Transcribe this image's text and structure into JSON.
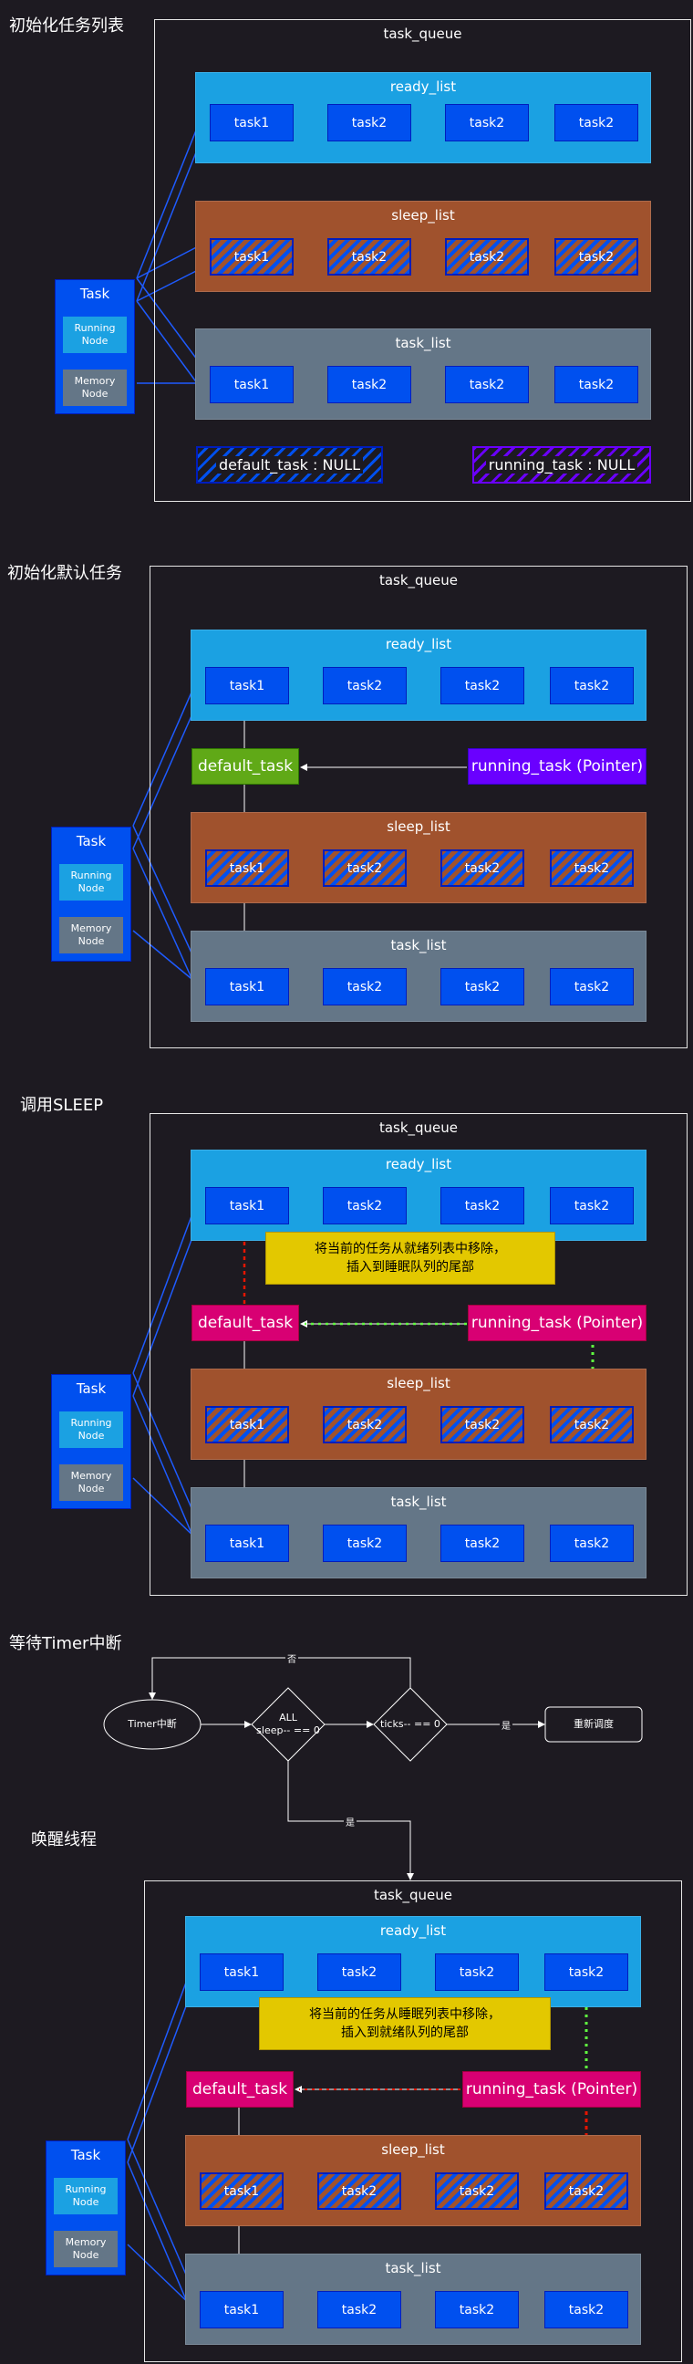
{
  "sections": [
    {
      "title": "初始化任务列表"
    },
    {
      "title": "初始化默认任务"
    },
    {
      "title": "调用SLEEP"
    },
    {
      "title": "等待Timer中断"
    },
    {
      "title": "唤醒线程"
    }
  ],
  "queue": {
    "title": "task_queue",
    "ready_list": "ready_list",
    "sleep_list": "sleep_list",
    "task_list": "task_list",
    "nodes": [
      "task1",
      "task2",
      "task2",
      "task2"
    ]
  },
  "task_struct": {
    "title": "Task",
    "running_node": "Running Node",
    "memory_node": "Memory Node"
  },
  "init_status": {
    "default_task": "default_task : NULL",
    "running_task": "running_task : NULL"
  },
  "pointers": {
    "default_task": "default_task",
    "running_task": "running_task (Pointer)"
  },
  "notes": {
    "sleep": "将当前的任务从就绪列表中移除，\n插入到睡眠队列的尾部",
    "wake": "将当前的任务从睡眠列表中移除，\n插入到就绪队列的尾部"
  },
  "flow": {
    "timer": "Timer中断",
    "decision1": "ALL\nsleep-- == 0",
    "decision2": "ticks-- == 0",
    "reschedule": "重新调度",
    "no": "否",
    "yes1": "是",
    "yes2": "是"
  },
  "colors": {
    "ready": "#1ba1e2",
    "sleep": "#a0522d",
    "task_list": "#647687",
    "node": "#0050ef",
    "default_green": "#60a917",
    "running_violet": "#6a00ff",
    "pointer_pink": "#d80073",
    "note_yellow": "#e3c800"
  }
}
